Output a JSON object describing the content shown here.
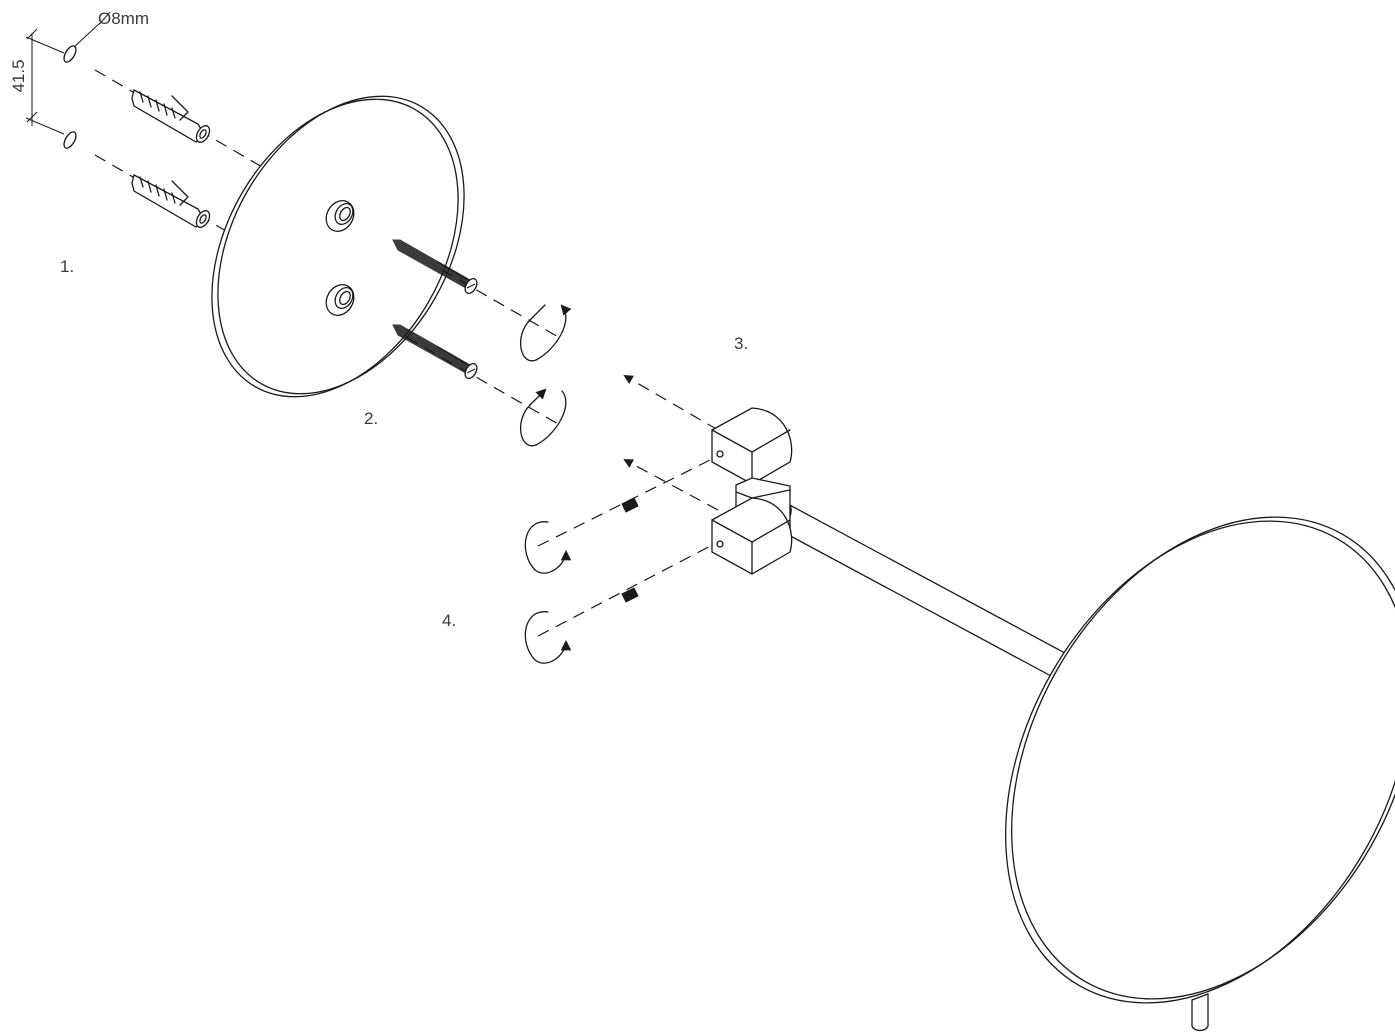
{
  "dimensions": {
    "hole_diameter": "Ø8mm",
    "hole_spacing": "41.5"
  },
  "steps": [
    {
      "label": "1."
    },
    {
      "label": "2."
    },
    {
      "label": "3."
    },
    {
      "label": "4."
    }
  ],
  "colors": {
    "line": "#1a1a1a",
    "text": "#3a3a3a",
    "background": "#ffffff"
  }
}
